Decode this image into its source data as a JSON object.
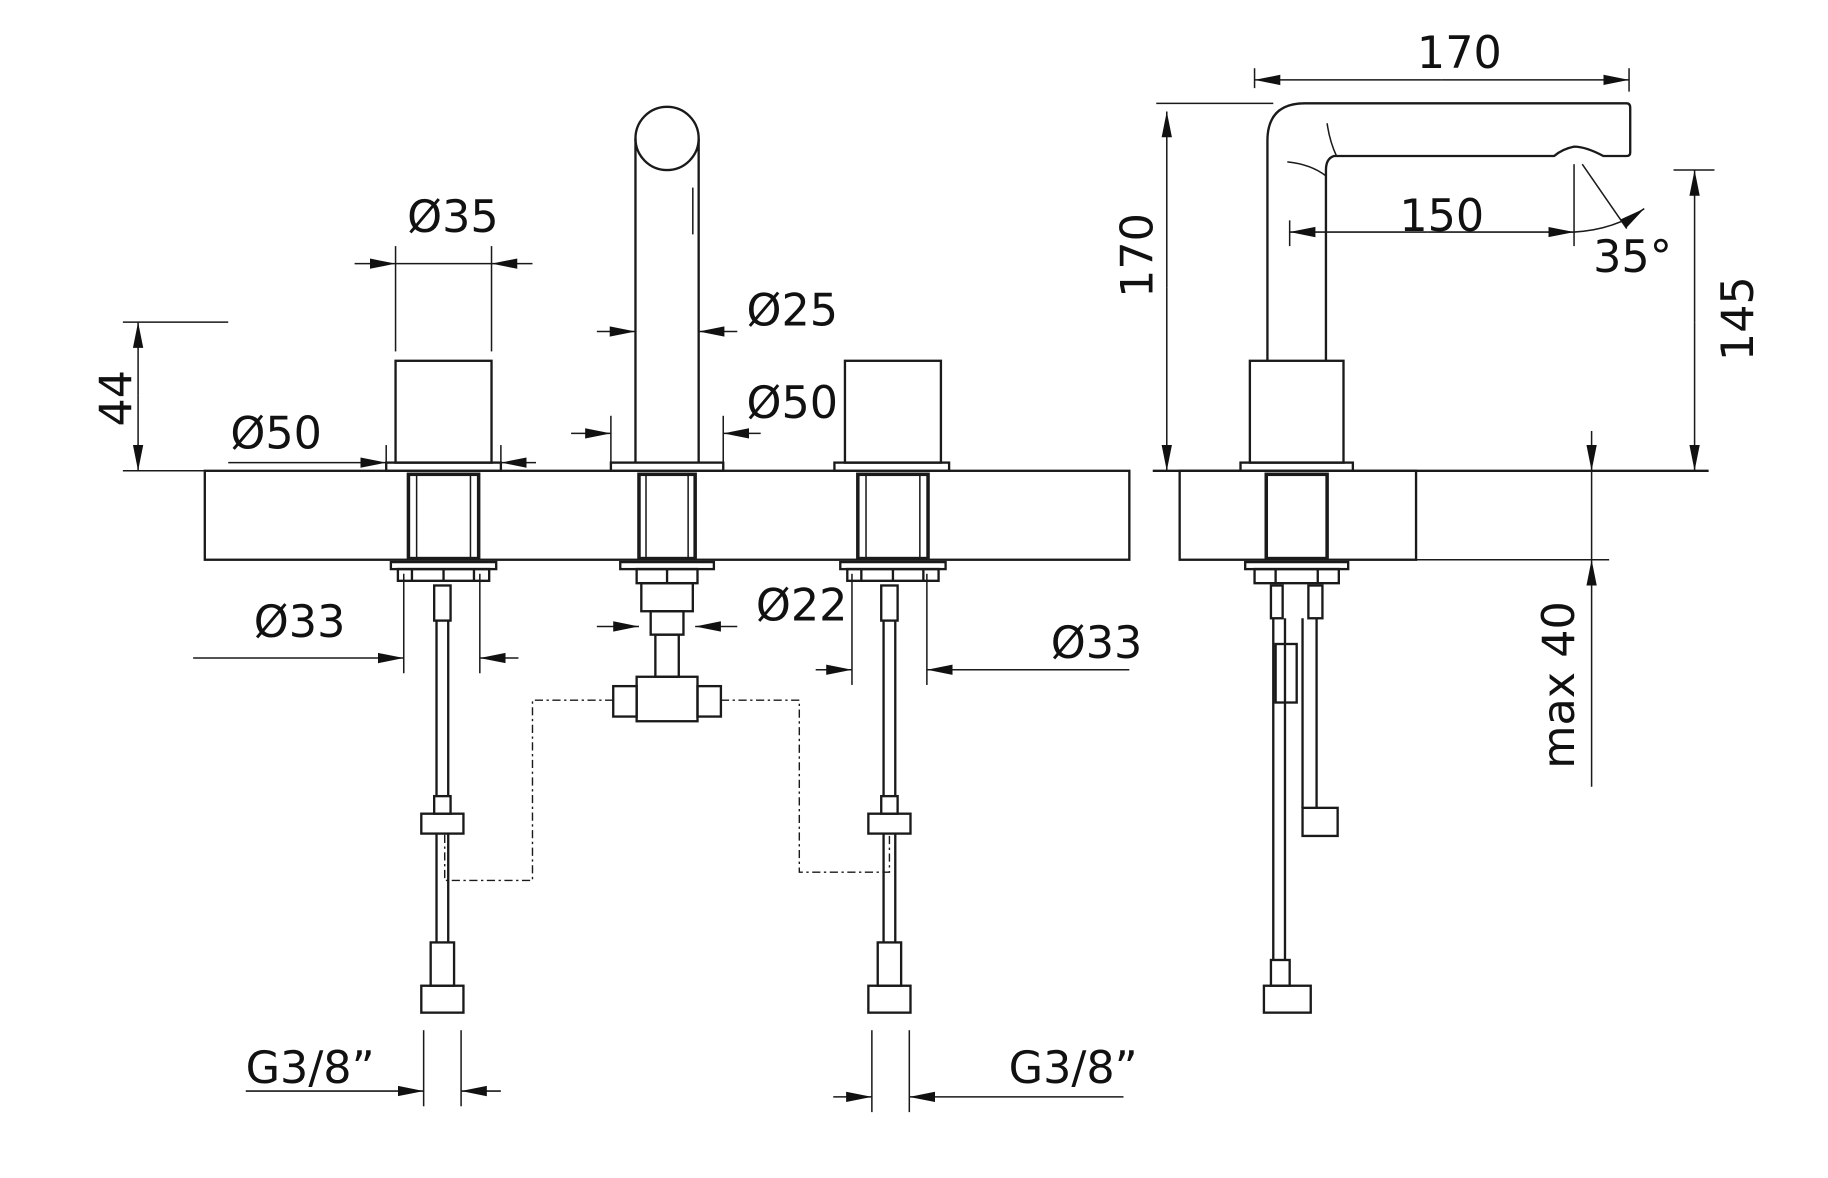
{
  "front_view": {
    "handle_diameter": "Ø35",
    "handle_height": "44",
    "handle_flange_diameter": "Ø50",
    "spout_diameter": "Ø25",
    "spout_flange_diameter": "Ø50",
    "left_shank_diameter": "Ø33",
    "spout_shank_diameter": "Ø22",
    "right_shank_diameter": "Ø33",
    "left_connection": "G3/8”",
    "right_connection": "G3/8”"
  },
  "side_view": {
    "spout_reach": "170",
    "overall_height": "170",
    "outlet_reach": "150",
    "swivel_angle": "35°",
    "outlet_height": "145",
    "max_deck_thickness": "max 40"
  }
}
